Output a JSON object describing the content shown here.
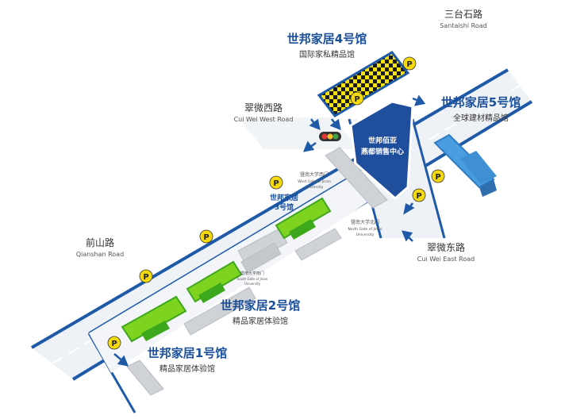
{
  "colors": {
    "road_edge": "#1e5aa8",
    "road_fill": "#e9edf2",
    "hall_green": "#7ed321",
    "hall_green_dark": "#3ea81c",
    "hall5_blue": "#4a9ee0",
    "center_blue": "#1f4e9c",
    "parking": "#f5d90a",
    "gray_block": "#cfd2d6",
    "title_blue": "#1a4f9c"
  },
  "roads": {
    "santaishi": {
      "cn": "三台石路",
      "en": "Santaishi Road"
    },
    "cuiwei_west": {
      "cn": "翠微西路",
      "en": "Cui Wei West Road"
    },
    "qianshan": {
      "cn": "前山路",
      "en": "Qianshan Road"
    },
    "cuiwei_east": {
      "cn": "翠微东路",
      "en": "Cui Wei East Road"
    }
  },
  "halls": {
    "hall4": {
      "title": "世邦家居4号馆",
      "subtitle": "国际家私精品馆"
    },
    "hall5": {
      "title": "世邦家居5号馆",
      "subtitle": "全球建材精品馆"
    },
    "hall3": {
      "line1": "世邦家居",
      "line2": "3号馆"
    },
    "hall2": {
      "title": "世邦家居2号馆",
      "subtitle": "精品家居体验馆"
    },
    "hall1": {
      "title": "世邦家居1号馆",
      "subtitle": "精品家居体验馆"
    }
  },
  "center": {
    "line1": "世邦佰亚",
    "line2": "燕都销售中心"
  },
  "gates": {
    "west": {
      "cn": "暨南大学西门",
      "en1": "West Gate of Jinan",
      "en2": "University"
    },
    "north": {
      "cn": "暨南大学北门",
      "en1": "North Gate of Jinan",
      "en2": "University"
    },
    "south": {
      "cn": "暨南大学南门",
      "en1": "South Gate of Jinan",
      "en2": "University"
    }
  },
  "icons": {
    "parking_label": "P",
    "parking": "parking-icon",
    "traffic_light": "traffic-light-icon",
    "arrow": "arrow-icon"
  }
}
